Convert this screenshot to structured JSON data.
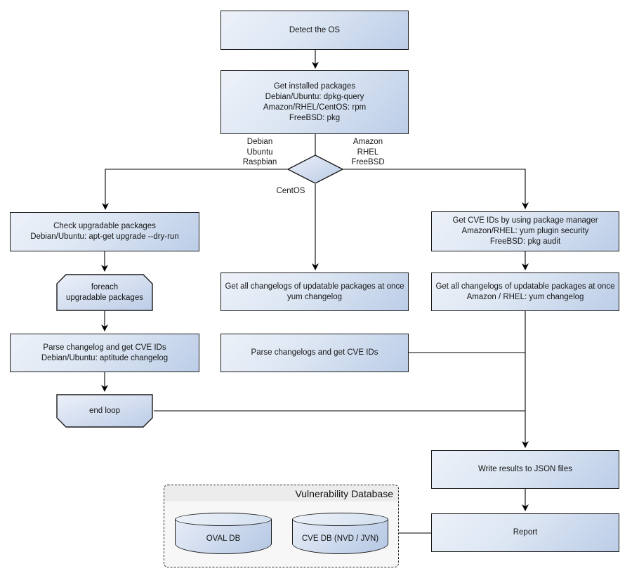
{
  "nodes": {
    "detect_os": {
      "lines": [
        "Detect the OS"
      ]
    },
    "get_installed": {
      "lines": [
        "Get installed packages",
        "Debian/Ubuntu: dpkg-query",
        "Amazon/RHEL/CentOS: rpm",
        "FreeBSD: pkg"
      ]
    },
    "check_upgradable": {
      "lines": [
        "Check upgradable packages",
        "Debian/Ubuntu: apt-get upgrade --dry-run"
      ]
    },
    "foreach_loop": {
      "lines": [
        "foreach",
        "upgradable  packages"
      ]
    },
    "parse_changelog_debian": {
      "lines": [
        "Parse changelog and get  CVE IDs",
        "Debian/Ubuntu: aptitude changelog"
      ]
    },
    "end_loop": {
      "lines": [
        "end loop"
      ]
    },
    "get_changelogs_centos": {
      "lines": [
        "Get all changelogs of updatable packages at once",
        "yum changelog"
      ]
    },
    "parse_changelogs": {
      "lines": [
        "Parse changelogs and get CVE IDs"
      ]
    },
    "get_cve_ids_pkg_manager": {
      "lines": [
        "Get CVE IDs by using package manager",
        "Amazon/RHEL: yum plugin security",
        "FreeBSD: pkg audit"
      ]
    },
    "get_changelogs_amazon": {
      "lines": [
        "Get all changelogs of updatable packages at once",
        "Amazon / RHEL: yum changelog"
      ]
    },
    "write_json": {
      "lines": [
        "Write results to JSON files"
      ]
    },
    "report": {
      "lines": [
        "Report"
      ]
    }
  },
  "decision": {
    "left_branch": {
      "lines": [
        "Debian",
        "Ubuntu",
        "Raspbian"
      ]
    },
    "right_branch": {
      "lines": [
        "Amazon",
        "RHEL",
        "FreeBSD"
      ]
    },
    "bottom_branch": {
      "lines": [
        "CentOS"
      ]
    }
  },
  "database": {
    "title": "Vulnerability Database",
    "oval_db": "OVAL DB",
    "cve_db": "CVE DB (NVD / JVN)"
  },
  "colors": {
    "node_fill_light": "#edf1f9",
    "node_fill_dark": "#bccde7",
    "node_border": "#1b1b1b",
    "connector": "#000000",
    "panel_bg": "#f7f7f7",
    "panel_header_bg": "#ececec",
    "canvas_bg": "#ffffff"
  }
}
